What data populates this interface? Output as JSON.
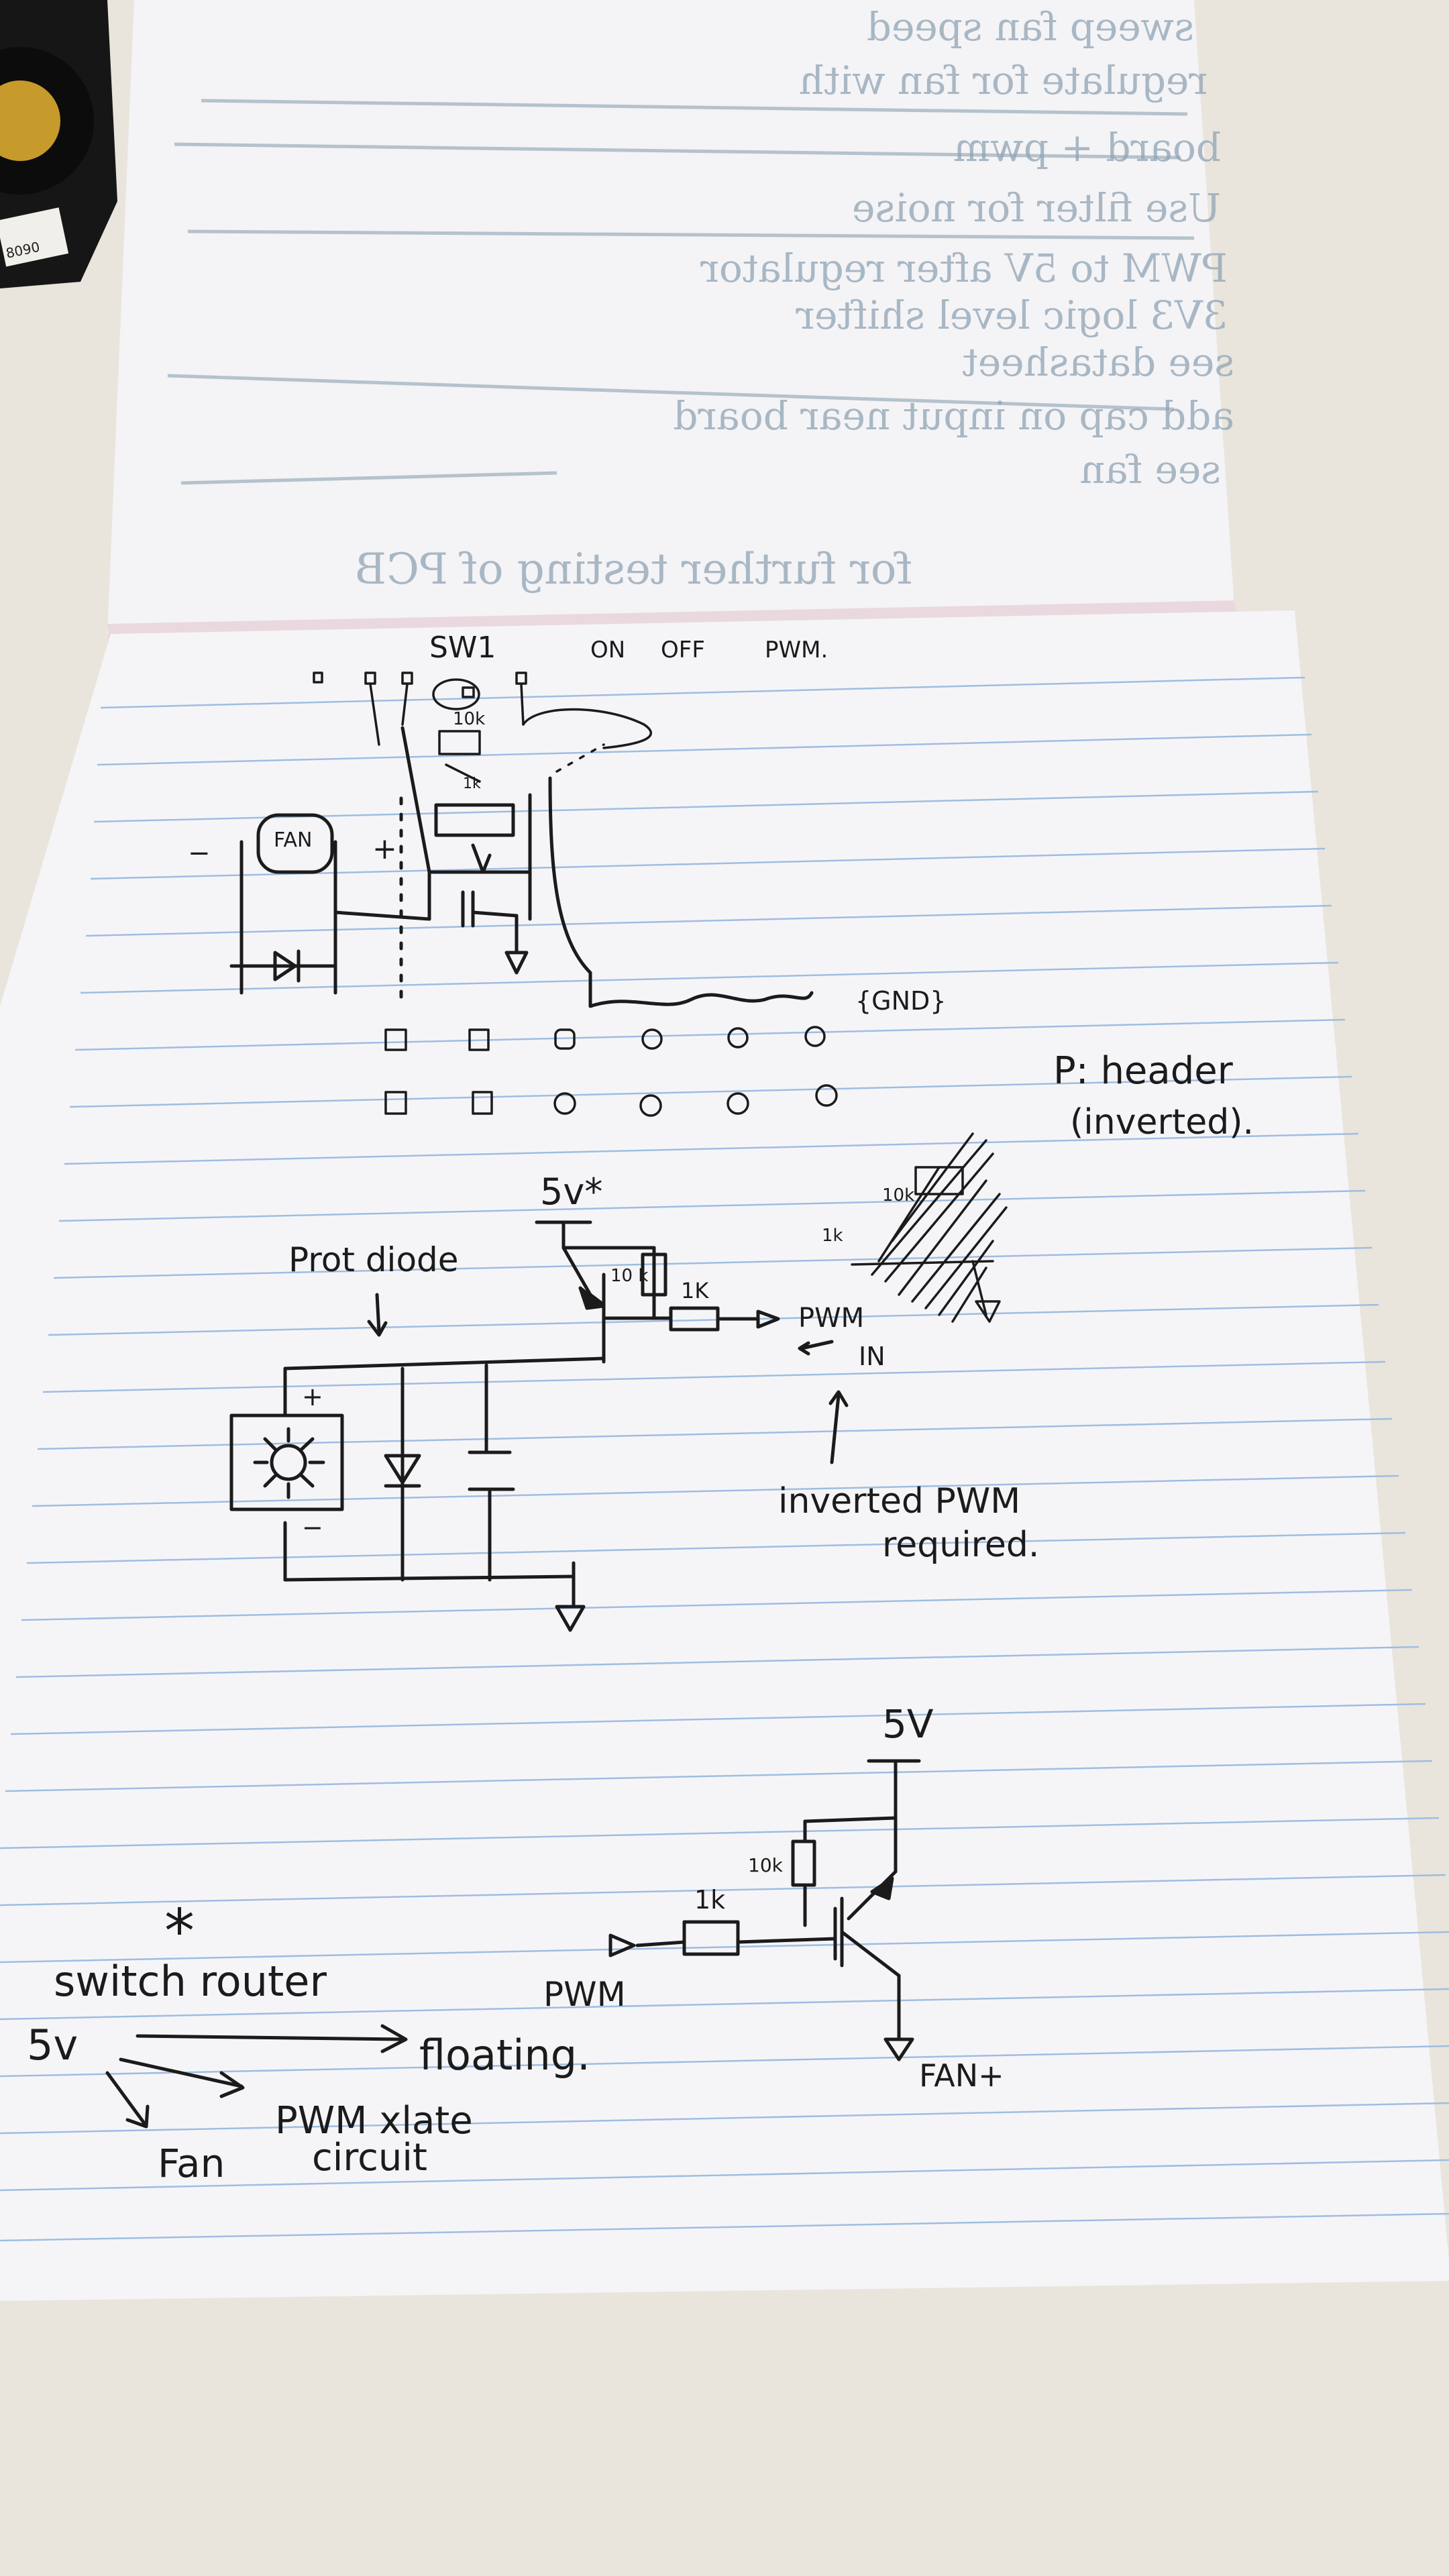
{
  "colors": {
    "table": "#e9e5dc",
    "paper": "#f5f5f8",
    "rule_line": "#9fbde0",
    "ink": "#1b1b1b",
    "bleed_through": "#8fa4b4"
  },
  "objects": {
    "fan_top_left": "black computer fan partially visible at top-left corner",
    "fan_label_text": "8090"
  },
  "upper_page": {
    "bleed_through_note": "mirrored handwriting from the reverse side, mostly illegible"
  },
  "header_sketch": {
    "switch_label": "SW1",
    "switch_positions": [
      "ON",
      "OFF",
      "PWM."
    ],
    "res_a": "10k",
    "res_b": "1k",
    "fan_label": "FAN",
    "minus_label": "−",
    "plus_label": "+",
    "gnd_label": "{GND}",
    "header_note_line1": "P: header",
    "header_note_line2": "(inverted)."
  },
  "circuit_1": {
    "supply_label": "5v*",
    "diode_note": "Prot diode",
    "plus_label": "+",
    "minus_label": "−",
    "res_base_pullup": "10 k",
    "res_base": "1K",
    "input_label": "PWM",
    "input_sub": "IN",
    "note_line1": "inverted PWM",
    "note_line2": "required."
  },
  "scribbled_sketch": {
    "res_a": "10k",
    "res_b": "1k"
  },
  "circuit_2": {
    "supply_label": "5V",
    "res_pullup": "10k",
    "res_base": "1k",
    "input_label": "PWM",
    "output_label": "FAN+"
  },
  "footnote": {
    "marker": "*",
    "title": "switch router",
    "source": "5v",
    "target_floating": "floating.",
    "target_fan": "Fan",
    "target_circuit_line1": "PWM xlate",
    "target_circuit_line2": "circuit"
  }
}
